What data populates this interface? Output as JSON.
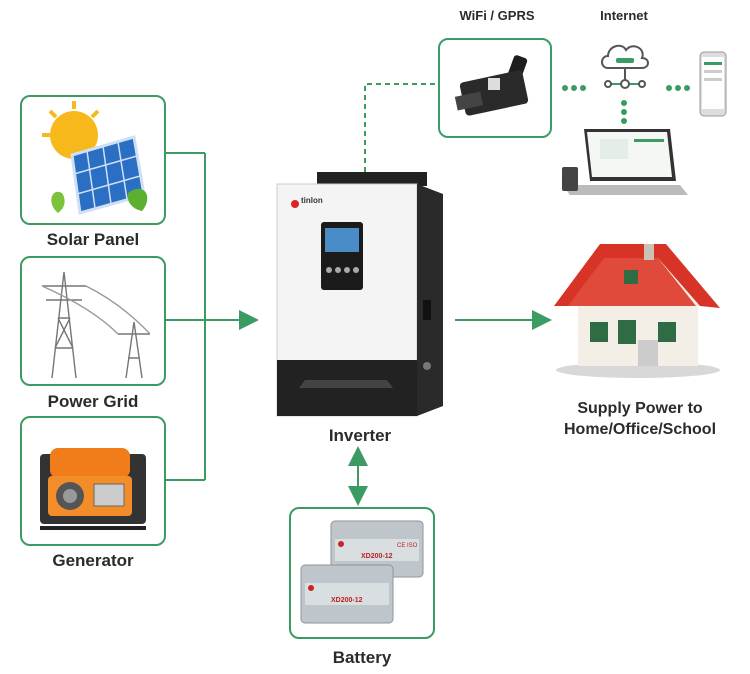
{
  "sources": {
    "solar": {
      "label": "Solar Panel"
    },
    "grid": {
      "label": "Power Grid"
    },
    "generator": {
      "label": "Generator"
    }
  },
  "inverter": {
    "label": "Inverter",
    "brand": "tinlon"
  },
  "battery": {
    "label": "Battery",
    "model_text": "XD200-12",
    "cert_text": "CE ISO"
  },
  "comm": {
    "wifi_label": "WiFi / GPRS",
    "internet_label": "Internet"
  },
  "output": {
    "line1": "Supply Power to",
    "line2": "Home/Office/School"
  },
  "colors": {
    "accent": "#3c9b63",
    "arrow": "#3c9b63"
  }
}
